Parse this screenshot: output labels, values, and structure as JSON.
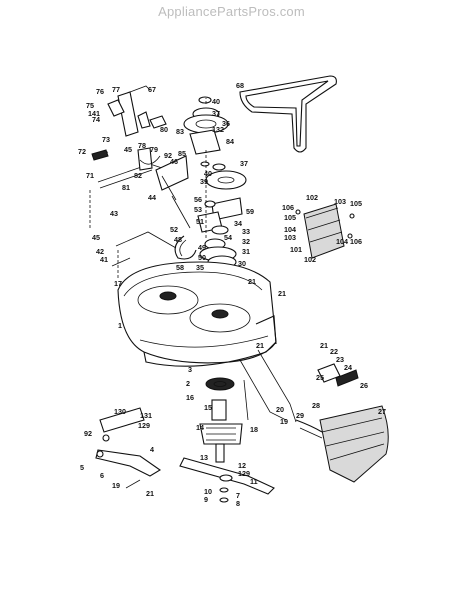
{
  "watermark": "AppliancePartsPros.com",
  "callouts": [
    {
      "id": "c68",
      "text": "68"
    },
    {
      "id": "c76",
      "text": "76"
    },
    {
      "id": "c77",
      "text": "77"
    },
    {
      "id": "c67",
      "text": "67"
    },
    {
      "id": "c75",
      "text": "75"
    },
    {
      "id": "c141",
      "text": "141"
    },
    {
      "id": "c74",
      "text": "74"
    },
    {
      "id": "c80",
      "text": "80"
    },
    {
      "id": "c78",
      "text": "78"
    },
    {
      "id": "c73",
      "text": "73"
    },
    {
      "id": "c45",
      "text": "45"
    },
    {
      "id": "c79",
      "text": "79"
    },
    {
      "id": "c92a",
      "text": "92"
    },
    {
      "id": "c72",
      "text": "72"
    },
    {
      "id": "c82",
      "text": "82"
    },
    {
      "id": "c81",
      "text": "81"
    },
    {
      "id": "c71",
      "text": "71"
    },
    {
      "id": "c46",
      "text": "46"
    },
    {
      "id": "c44",
      "text": "44"
    },
    {
      "id": "c40a",
      "text": "40"
    },
    {
      "id": "c37a",
      "text": "37"
    },
    {
      "id": "c36",
      "text": "36"
    },
    {
      "id": "c83",
      "text": "83"
    },
    {
      "id": "c132",
      "text": "132"
    },
    {
      "id": "c84",
      "text": "84"
    },
    {
      "id": "c85",
      "text": "85"
    },
    {
      "id": "c37b",
      "text": "37"
    },
    {
      "id": "c40b",
      "text": "40"
    },
    {
      "id": "c39",
      "text": "39"
    },
    {
      "id": "c56",
      "text": "56"
    },
    {
      "id": "c53",
      "text": "53"
    },
    {
      "id": "c59",
      "text": "59"
    },
    {
      "id": "c51",
      "text": "51"
    },
    {
      "id": "c34",
      "text": "34"
    },
    {
      "id": "c33",
      "text": "33"
    },
    {
      "id": "c54",
      "text": "54"
    },
    {
      "id": "c52",
      "text": "52"
    },
    {
      "id": "c48",
      "text": "48"
    },
    {
      "id": "c32",
      "text": "32"
    },
    {
      "id": "c49",
      "text": "49"
    },
    {
      "id": "c31",
      "text": "31"
    },
    {
      "id": "c50",
      "text": "50"
    },
    {
      "id": "c30",
      "text": "30"
    },
    {
      "id": "c58",
      "text": "58"
    },
    {
      "id": "c35",
      "text": "35"
    },
    {
      "id": "c43",
      "text": "43"
    },
    {
      "id": "c45b",
      "text": "45"
    },
    {
      "id": "c42",
      "text": "42"
    },
    {
      "id": "c41",
      "text": "41"
    },
    {
      "id": "c106a",
      "text": "106"
    },
    {
      "id": "c102a",
      "text": "102"
    },
    {
      "id": "c103a",
      "text": "103"
    },
    {
      "id": "c105a",
      "text": "105"
    },
    {
      "id": "c105b",
      "text": "105"
    },
    {
      "id": "c104a",
      "text": "104"
    },
    {
      "id": "c103b",
      "text": "103"
    },
    {
      "id": "c104b",
      "text": "104"
    },
    {
      "id": "c106b",
      "text": "106"
    },
    {
      "id": "c101",
      "text": "101"
    },
    {
      "id": "c102b",
      "text": "102"
    },
    {
      "id": "c21a",
      "text": "21"
    },
    {
      "id": "c21b",
      "text": "21"
    },
    {
      "id": "c17",
      "text": "17"
    },
    {
      "id": "c1",
      "text": "1"
    },
    {
      "id": "c21c",
      "text": "21"
    },
    {
      "id": "c2",
      "text": "2"
    },
    {
      "id": "c3",
      "text": "3"
    },
    {
      "id": "c16",
      "text": "16"
    },
    {
      "id": "c21d",
      "text": "21"
    },
    {
      "id": "c22",
      "text": "22"
    },
    {
      "id": "c23",
      "text": "23"
    },
    {
      "id": "c24",
      "text": "24"
    },
    {
      "id": "c25",
      "text": "25"
    },
    {
      "id": "c26",
      "text": "26"
    },
    {
      "id": "c27",
      "text": "27"
    },
    {
      "id": "c28",
      "text": "28"
    },
    {
      "id": "c29",
      "text": "29"
    },
    {
      "id": "c130",
      "text": "130"
    },
    {
      "id": "c131",
      "text": "131"
    },
    {
      "id": "c129a",
      "text": "129"
    },
    {
      "id": "c92b",
      "text": "92"
    },
    {
      "id": "c15",
      "text": "15"
    },
    {
      "id": "c14",
      "text": "14"
    },
    {
      "id": "c18",
      "text": "18"
    },
    {
      "id": "c20",
      "text": "20"
    },
    {
      "id": "c19a",
      "text": "19"
    },
    {
      "id": "c5",
      "text": "5"
    },
    {
      "id": "c6",
      "text": "6"
    },
    {
      "id": "c4",
      "text": "4"
    },
    {
      "id": "c19b",
      "text": "19"
    },
    {
      "id": "c21e",
      "text": "21"
    },
    {
      "id": "c13",
      "text": "13"
    },
    {
      "id": "c12",
      "text": "12"
    },
    {
      "id": "c129b",
      "text": "129"
    },
    {
      "id": "c11",
      "text": "11"
    },
    {
      "id": "c10",
      "text": "10"
    },
    {
      "id": "c9",
      "text": "9"
    },
    {
      "id": "c8",
      "text": "8"
    },
    {
      "id": "c7",
      "text": "7"
    }
  ]
}
